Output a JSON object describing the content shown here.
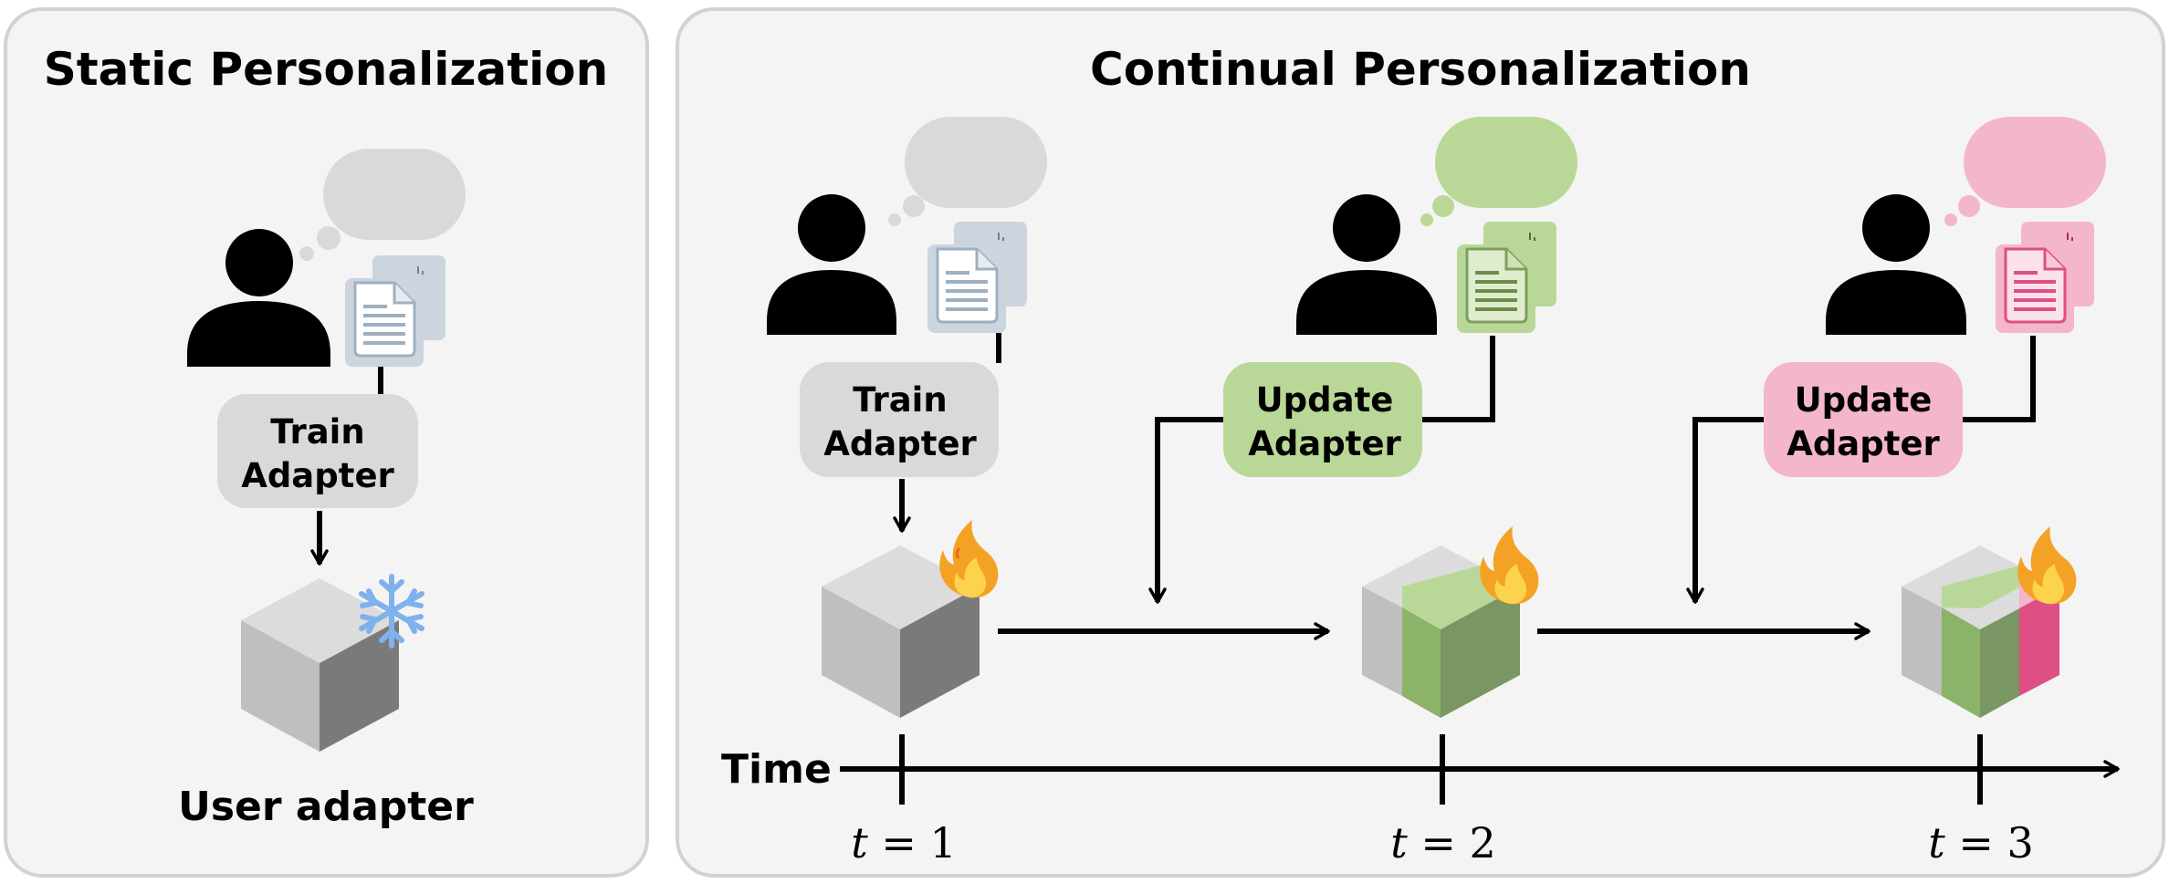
{
  "static_panel": {
    "title": "Static Personalization",
    "train_label_line1": "Train",
    "train_label_line2": "Adapter",
    "caption": "User adapter",
    "status_icon": "snowflake-icon"
  },
  "continual_panel": {
    "title": "Continual Personalization",
    "steps": [
      {
        "label_line1": "Train",
        "label_line2": "Adapter",
        "color": "#bdbdbd",
        "doc_color": "#9eb0c0",
        "status_icon": "fire-icon"
      },
      {
        "label_line1": "Update",
        "label_line2": "Adapter",
        "color": "#b9d897",
        "doc_color": "#7ea05f",
        "status_icon": "fire-icon"
      },
      {
        "label_line1": "Update",
        "label_line2": "Adapter",
        "color": "#f3b6cb",
        "doc_color": "#dd4f85",
        "status_icon": "fire-icon"
      }
    ],
    "time_label": "Time",
    "ticks": [
      {
        "var": "t",
        "eq": " = 1"
      },
      {
        "var": "t",
        "eq": " = 2"
      },
      {
        "var": "t",
        "eq": " = 3"
      }
    ]
  },
  "colors": {
    "panel_bg": "#f4f4f4",
    "panel_border": "#d2d2d2",
    "gray_box": "#d9d9d9",
    "green_box": "#b9d897",
    "pink_box": "#f3b6cb",
    "gray_bubble": "#d9d9d9",
    "green_bubble": "#b9d897",
    "pink_bubble": "#f3b6cb"
  }
}
